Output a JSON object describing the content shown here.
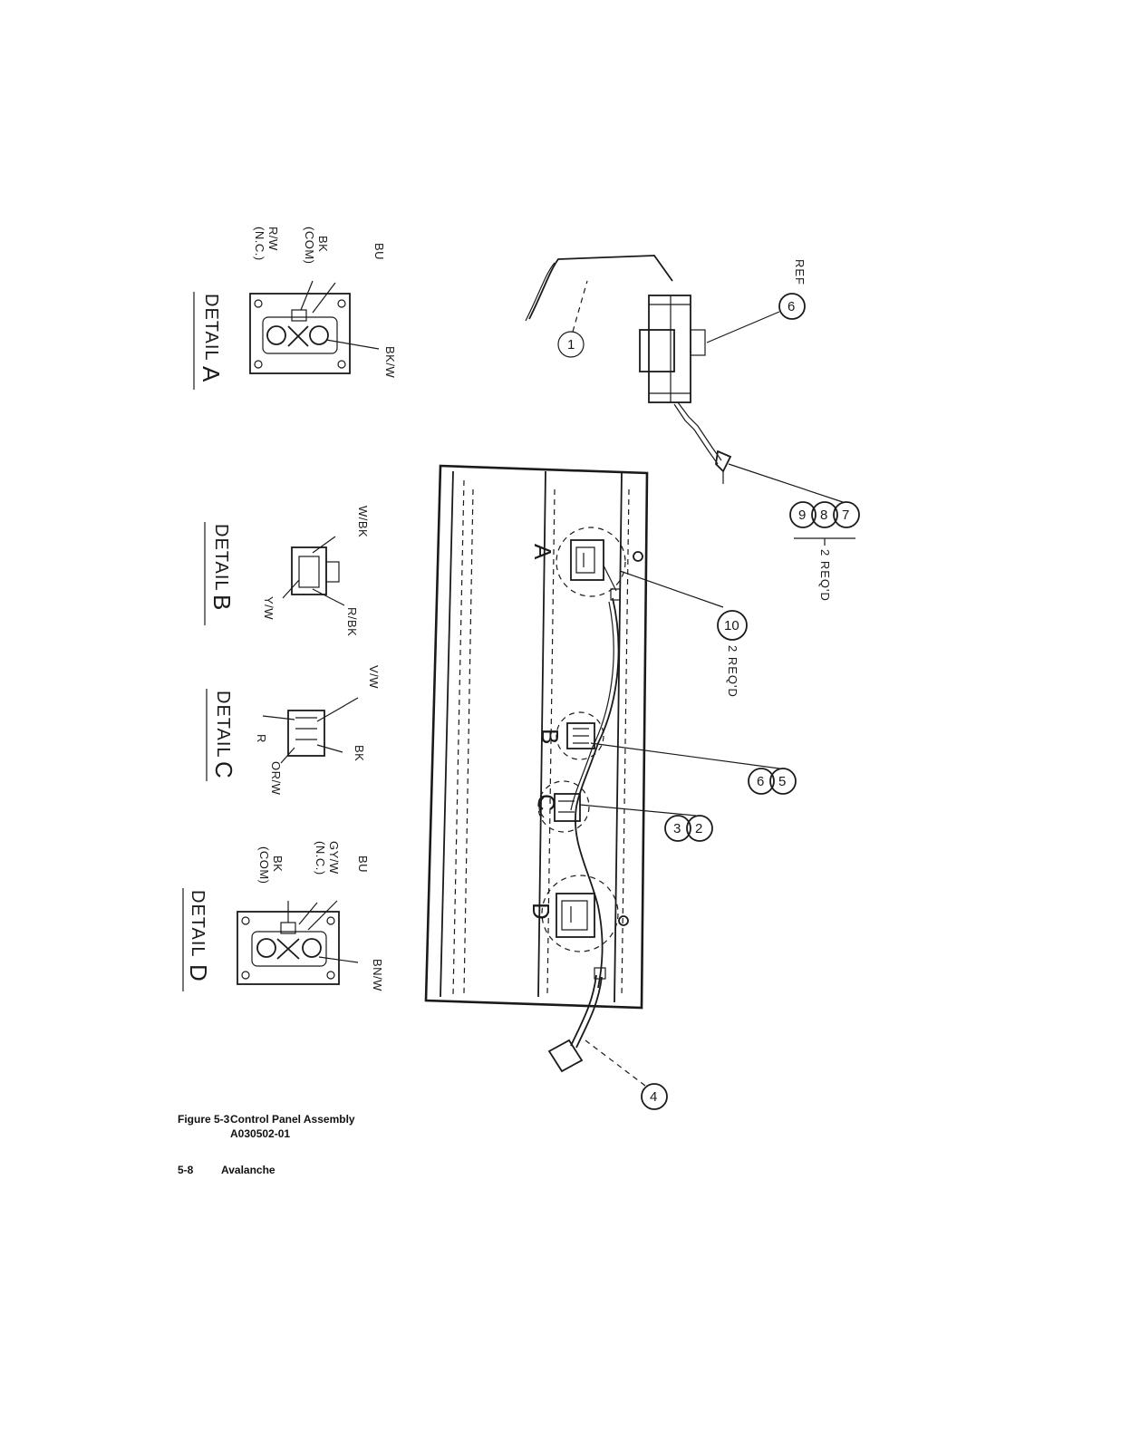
{
  "figure": {
    "label": "Figure 5-3",
    "title": "Control Panel Assembly",
    "code": "A030502-01"
  },
  "footer": {
    "page_number": "5-8",
    "section": "Avalanche"
  },
  "details": {
    "a": {
      "title": "DETAIL",
      "letter": "A",
      "wires": [
        "R/W",
        "(N.C.)",
        "BK",
        "(COM)",
        "BU",
        "BK/W"
      ]
    },
    "b": {
      "title": "DETAIL",
      "letter": "B",
      "wires": [
        "W/BK",
        "Y/W",
        "R/BK"
      ]
    },
    "c": {
      "title": "DETAIL",
      "letter": "C",
      "wires": [
        "V/W",
        "BK",
        "R",
        "OR/W"
      ]
    },
    "d": {
      "title": "DETAIL",
      "letter": "D",
      "wires": [
        "BK",
        "(COM)",
        "GY/W",
        "(N.C.)",
        "BU",
        "BN/W"
      ]
    }
  },
  "panel_markers": [
    "A",
    "B",
    "C",
    "D"
  ],
  "callouts": {
    "c1": "1",
    "c2": "2",
    "c3": "3",
    "c4": "4",
    "c5": "5",
    "c6a": "6",
    "c6b": "6",
    "c7": "7",
    "c8": "8",
    "c9": "9",
    "c10": "10"
  },
  "notes": {
    "ref": "REF",
    "req_789": "2 REQ'D",
    "req_10": "2 REQ'D"
  }
}
